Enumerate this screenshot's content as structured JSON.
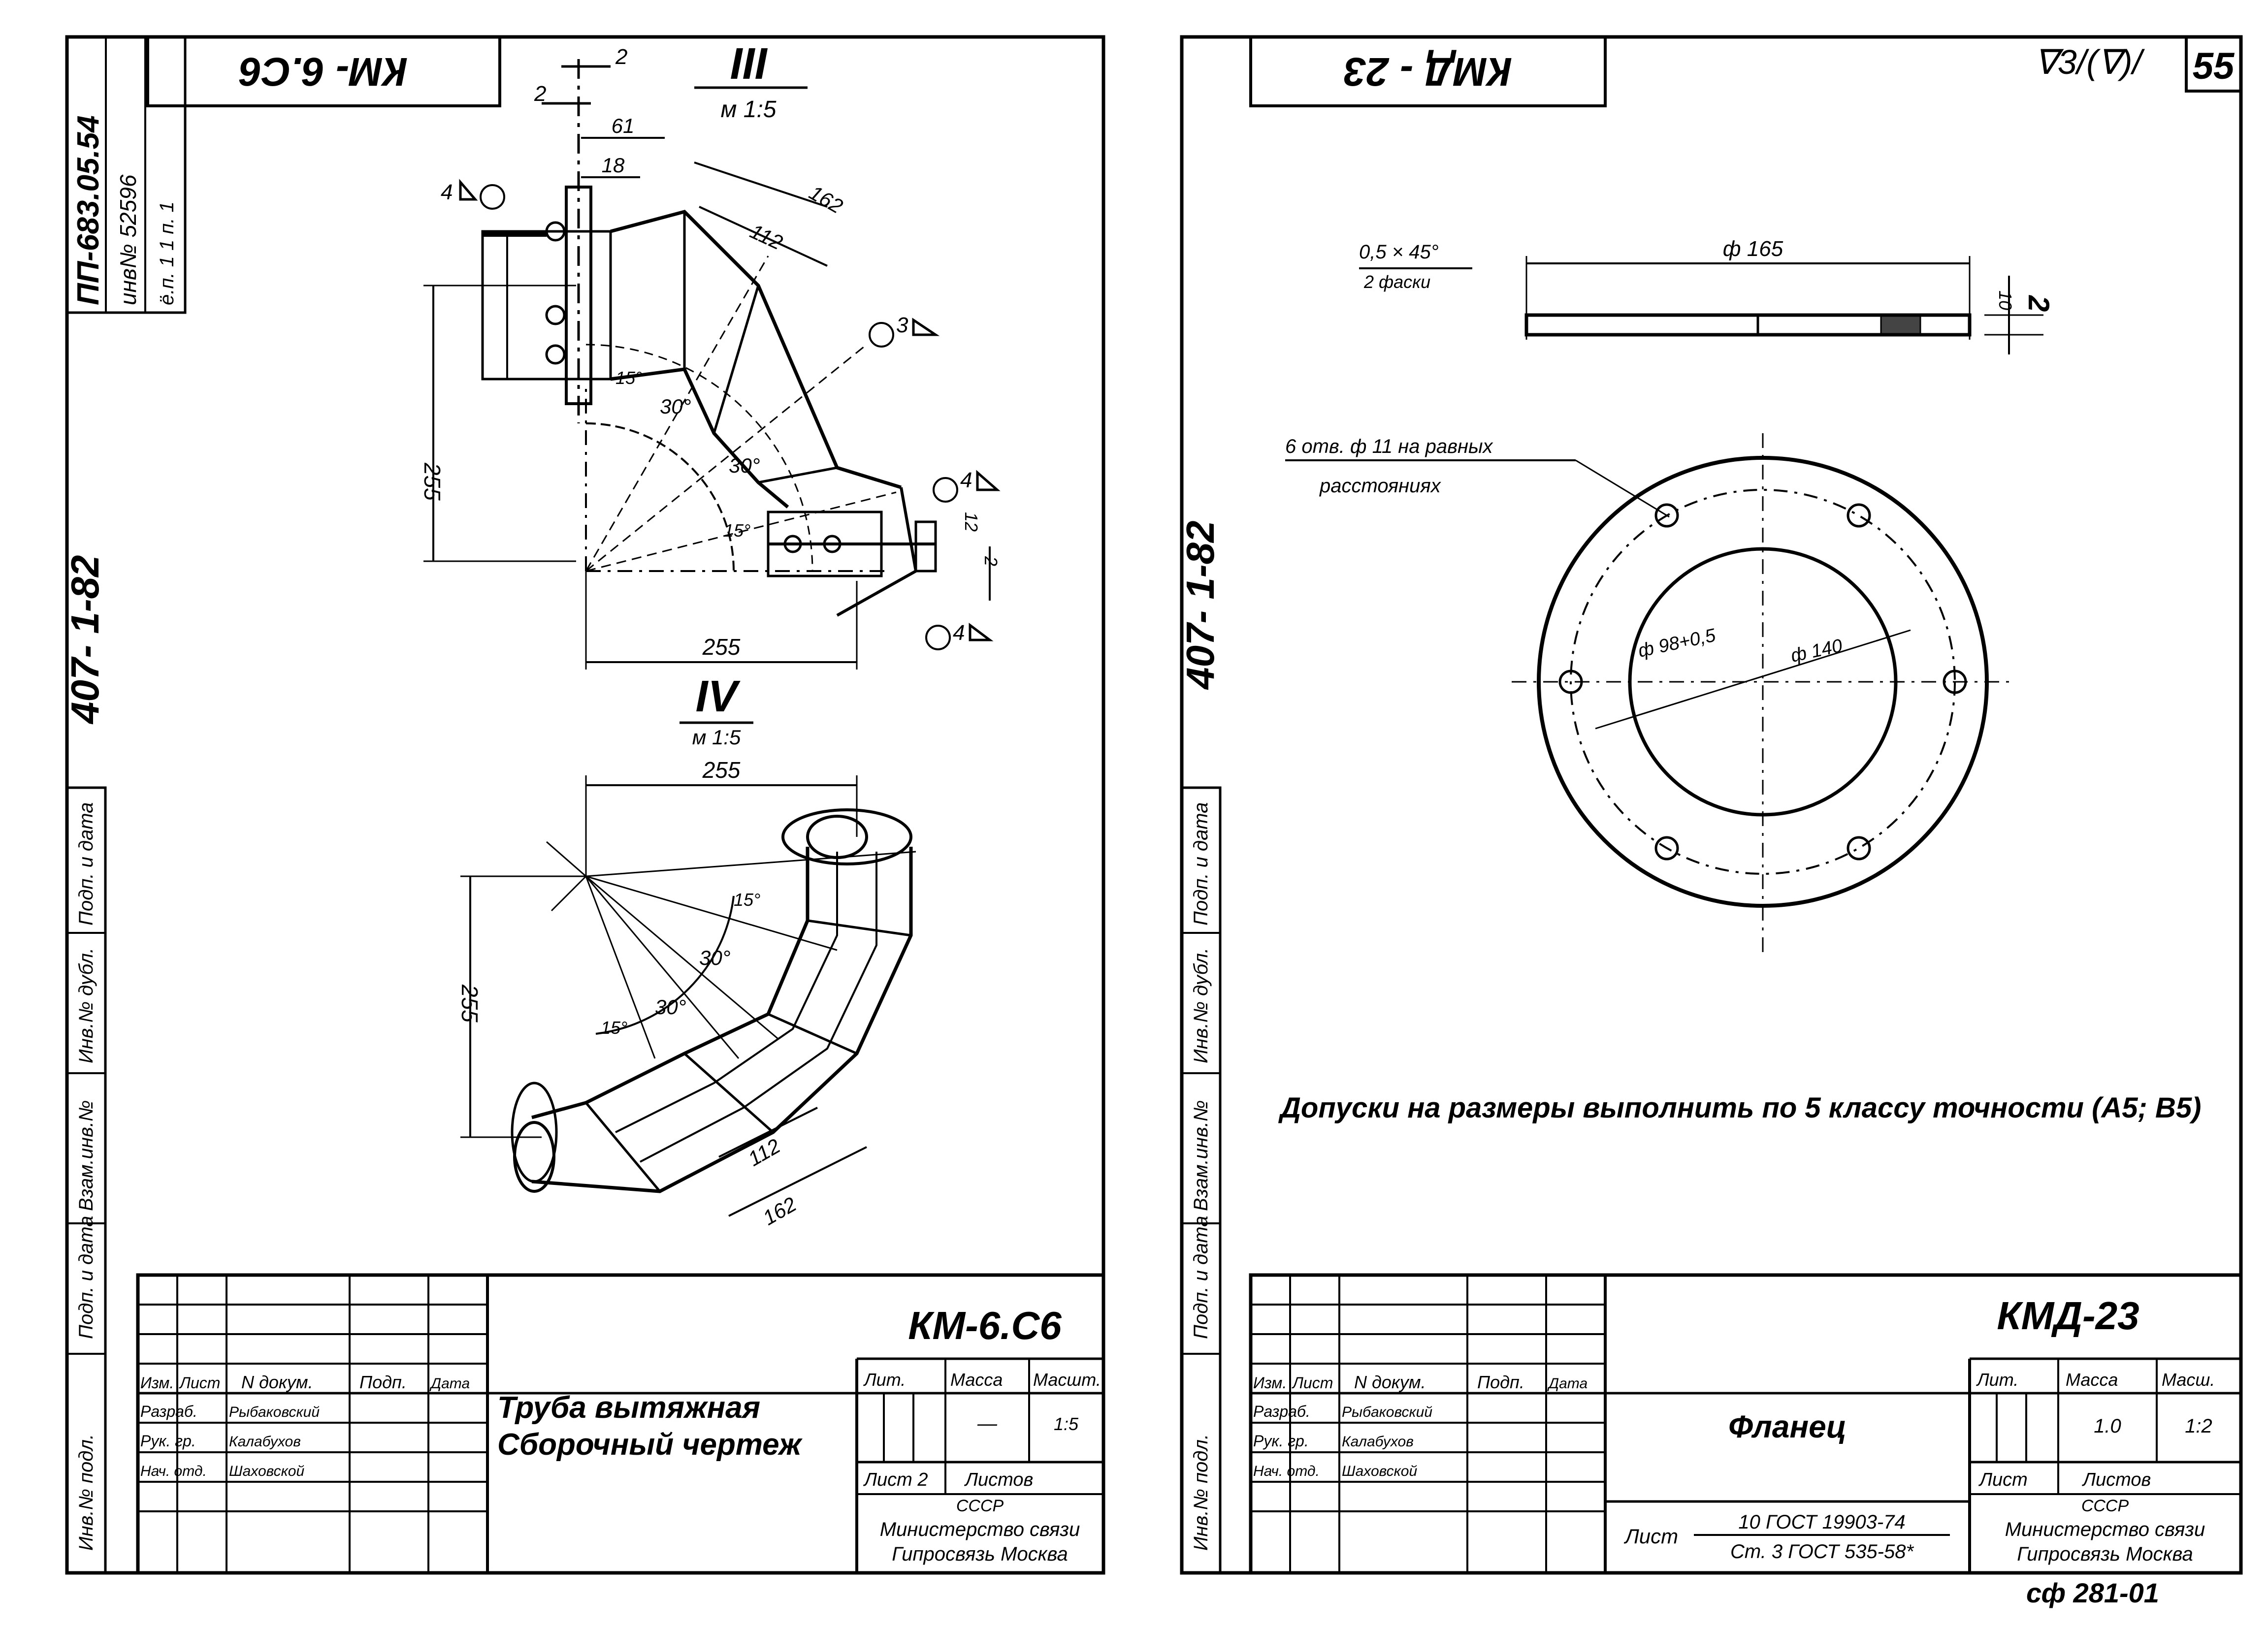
{
  "header": {
    "left_stamp": "КМ- 6.С6",
    "right_stamp": "КМД - 23",
    "roughness": "∇3/(∇)/",
    "sheet_no": "55"
  },
  "side": {
    "left_code": "407- 1-82",
    "right_code": "407- 1-82",
    "inv_block": [
      "ПП-683.05.54",
      "инв№ 52596",
      "ё.п. 1  1 п. 1"
    ],
    "field_labels": [
      "Инв.№ подл.",
      "Подп. и дата",
      "Взам.инв.№",
      "Инв.№ дубл.",
      "Подп. и дата"
    ]
  },
  "left_drawing": {
    "view3": {
      "title": "III",
      "scale": "м 1:5"
    },
    "view4": {
      "title": "IV",
      "scale": "м 1:5"
    },
    "section_mark": "2",
    "dims": {
      "d61": "61",
      "d18": "18",
      "d162": "162",
      "d112": "112",
      "d255_v": "255",
      "d255_h": "255",
      "d255_iv_h": "255",
      "d255_iv_v": "255",
      "d112_iv": "112",
      "d162_iv": "162",
      "a15": "15°",
      "a30a": "30°",
      "a30b": "30°",
      "a15b": "15°",
      "a30c": "30°",
      "a30d": "30°",
      "a15c": "15°",
      "a15d": "15°",
      "d12": "12",
      "d2": "2"
    },
    "welds": [
      "4",
      "3",
      "4",
      "4"
    ]
  },
  "right_drawing": {
    "chamfer": "0,5 × 45°",
    "chamfer_note": "2 фаски",
    "d165": "ф 165",
    "t10": "10",
    "t2": "2",
    "holes_note_1": "6 отв. ф 11 на равных",
    "holes_note_2": "расстояниях",
    "d98": "ф 98+0,5",
    "d140": "ф 140",
    "tolerance_note": "Допуски на размеры выполнить по 5 классу точности (А5; В5)"
  },
  "left_title": {
    "designation": "КМ-6.С6",
    "name_1": "Труба вытяжная",
    "name_2": "Сборочный чертеж",
    "headers": [
      "Изм.",
      "Лист",
      "N докум.",
      "Подп.",
      "Дата"
    ],
    "rows": [
      [
        "Разраб.",
        "Рыбаковский"
      ],
      [
        "Рук. гр.",
        "Калабухов"
      ],
      [
        "Нач. отд.",
        "Шаховской"
      ]
    ],
    "lit_label": "Лит.",
    "mass_label": "Масса",
    "scale_label": "Масшт.",
    "mass_value": "—",
    "scale_value": "1:5",
    "sheet_label": "Лист 2",
    "sheets_label": "Листов",
    "org_1": "СССР",
    "org_2": "Министерство связи",
    "org_3": "Гипросвязь Москва"
  },
  "right_title": {
    "designation": "КМД-23",
    "name": "Фланец",
    "headers": [
      "Изм.",
      "Лист",
      "N докум.",
      "Подп.",
      "Дата"
    ],
    "rows": [
      [
        "Разраб.",
        "Рыбаковский"
      ],
      [
        "Рук. гр.",
        "Калабухов"
      ],
      [
        "Нач. отд.",
        "Шаховской"
      ]
    ],
    "material_label": "Лист",
    "material_1": "10 ГОСТ 19903-74",
    "material_2": "Ст. 3 ГОСТ 535-58*",
    "lit_label": "Лит.",
    "mass_label": "Масса",
    "scale_label": "Масш.",
    "mass_value": "1.0",
    "scale_value": "1:2",
    "sheet_label": "Лист",
    "sheets_label": "Листов",
    "org_1": "СССР",
    "org_2": "Министерство связи",
    "org_3": "Гипросвязь Москва"
  },
  "footer": {
    "code": "сф 281-01"
  }
}
